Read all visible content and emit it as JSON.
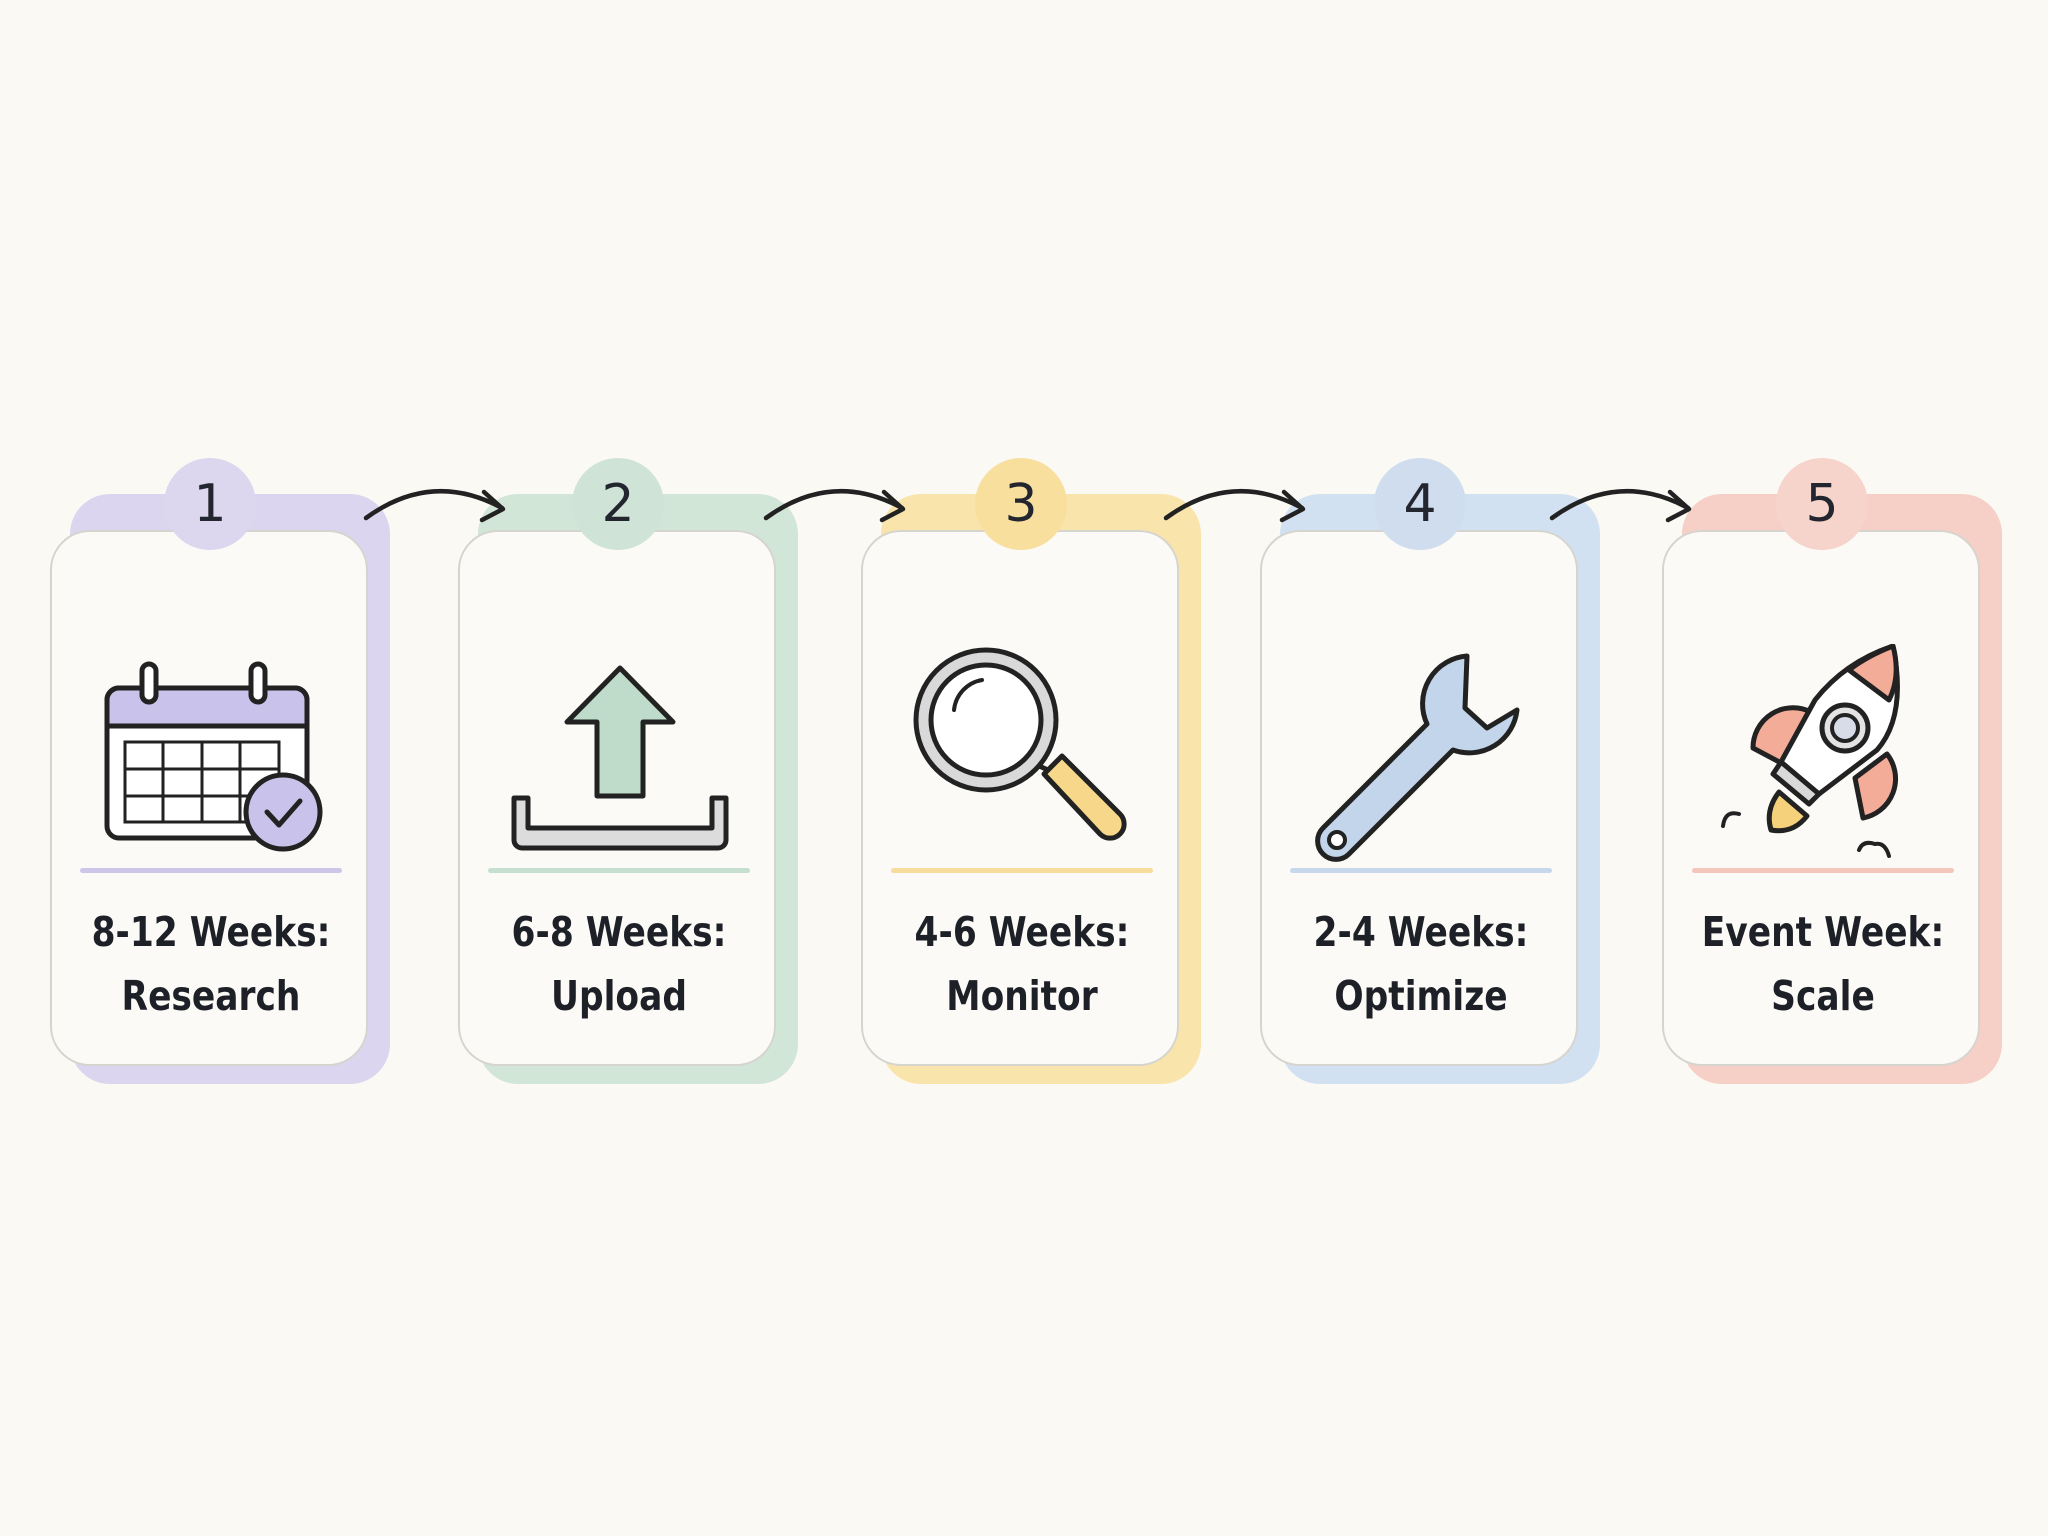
{
  "steps": [
    {
      "number": "1",
      "line1": "8-12 Weeks:",
      "line2": "Research",
      "icon": "calendar-check-icon",
      "accent": "#cdc6e8",
      "badge": "#dcd6ef"
    },
    {
      "number": "2",
      "line1": "6-8 Weeks:",
      "line2": "Upload",
      "icon": "upload-icon",
      "accent": "#c6dfcf",
      "badge": "#cfe3d6"
    },
    {
      "number": "3",
      "line1": "4-6 Weeks:",
      "line2": "Monitor",
      "icon": "magnifying-glass-icon",
      "accent": "#f6dd9b",
      "badge": "#f8df9e"
    },
    {
      "number": "4",
      "line1": "2-4 Weeks:",
      "line2": "Optimize",
      "icon": "wrench-icon",
      "accent": "#c7d8ec",
      "badge": "#cfddef"
    },
    {
      "number": "5",
      "line1": "Event Week:",
      "line2": "Scale",
      "icon": "rocket-icon",
      "accent": "#f4c6bc",
      "badge": "#f6d3cb"
    }
  ],
  "colors": {
    "background": "#fbf9f4",
    "card": "#fbfaf6",
    "text": "#1d2027",
    "outline": "#222222"
  }
}
